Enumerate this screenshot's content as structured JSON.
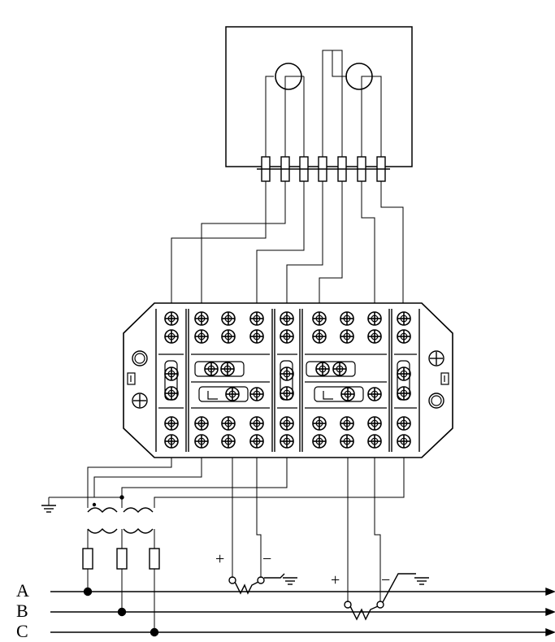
{
  "diagram": {
    "phase_labels": [
      "A",
      "B",
      "C"
    ],
    "polarity_plus": "+",
    "polarity_minus": "−",
    "stroke_color": "#000000",
    "background": "#ffffff"
  }
}
